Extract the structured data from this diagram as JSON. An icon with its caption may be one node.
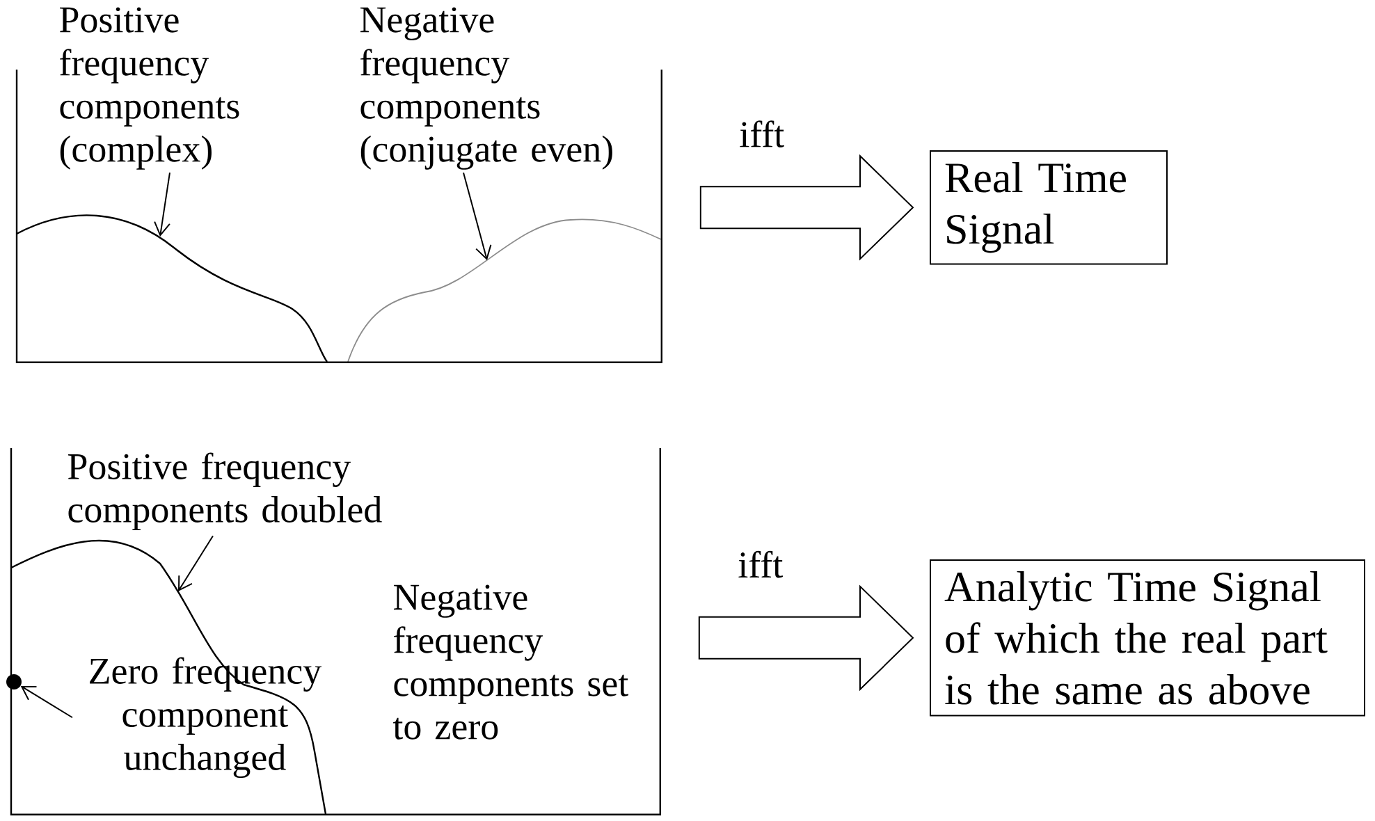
{
  "diagram": {
    "nodes": [
      {
        "text": [],
        "shape": "box"
      },
      {
        "text": [
          "Positive frequency components (complex)"
        ]
      },
      {
        "text": [
          "Negative frequency components (conjugate even)"
        ]
      },
      {
        "text": [
          "Real Time Signal"
        ]
      },
      {
        "text": [],
        "shape": "box"
      },
      {
        "text": [
          "Positive frequency components doubled"
        ],
        "in": 4
      },
      {
        "text": [
          "Zero frequency component unchanged"
        ],
        "in": 4
      },
      {
        "text": [
          "Negative frequency components set to zero"
        ],
        "in": 4
      },
      {
        "text": [
          "Analytic Time Signal of which the real part is the same as above"
        ]
      },
      {
        "text": [],
        "shape": "circle"
      }
    ],
    "edges": [
      {
        "from": 1,
        "to": 0,
        "arrow": "to"
      },
      {
        "from": 2,
        "to": 0,
        "arrow": "to"
      },
      {
        "from": 0,
        "to": 3,
        "arrow": "to",
        "label": "ifft"
      },
      {
        "from": 5,
        "to": 4,
        "arrow": "to"
      },
      {
        "from": 6,
        "to": 9,
        "arrow": "to"
      },
      {
        "from": 4,
        "to": 8,
        "arrow": "to",
        "label": "ifft"
      }
    ]
  }
}
